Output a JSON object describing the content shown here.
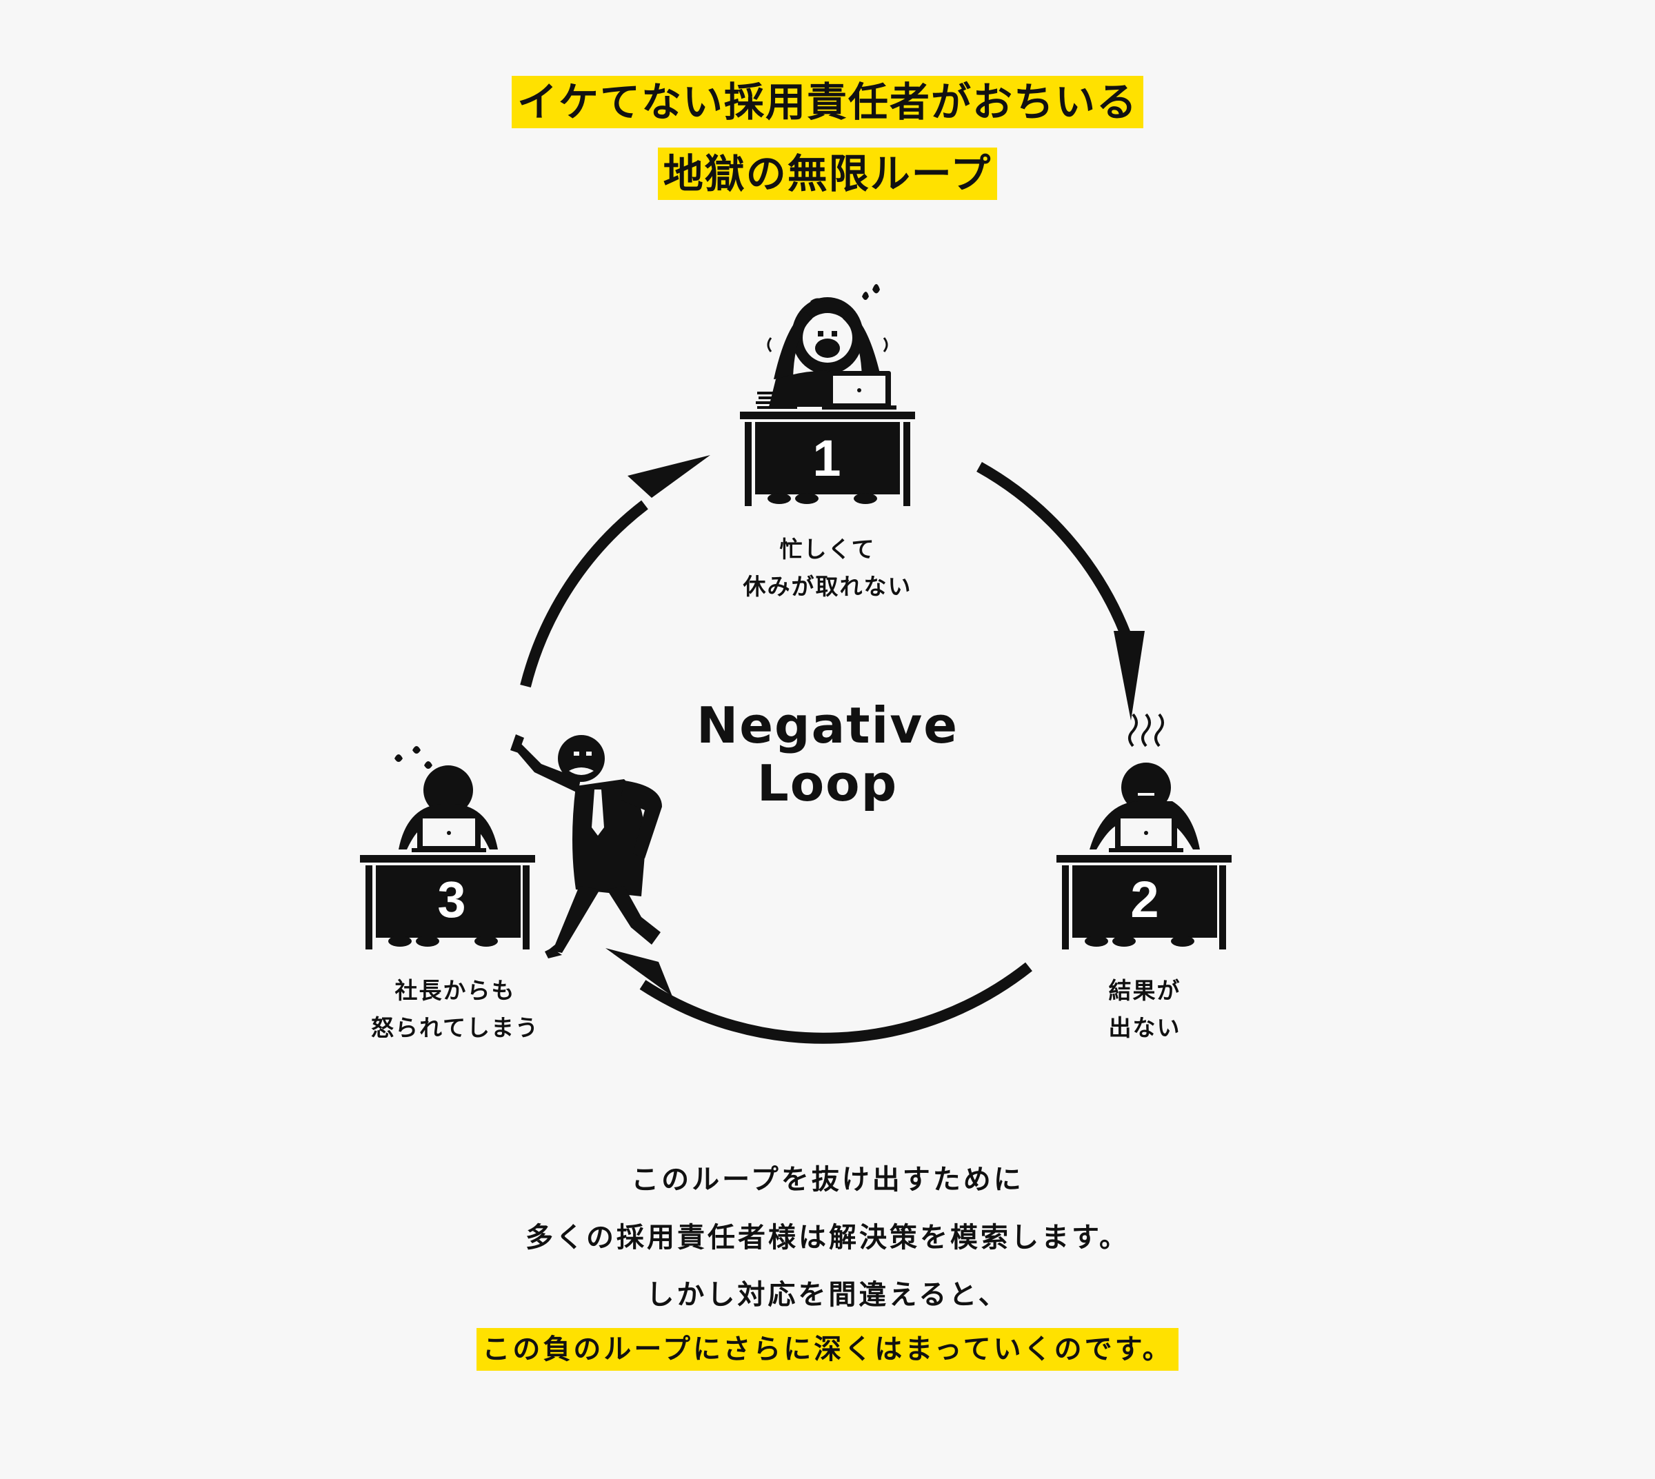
{
  "title": {
    "line1": "イケてない採用責任者がおちいる",
    "line2": "地獄の無限ループ"
  },
  "diagram": {
    "center_line1": "Negative",
    "center_line2": "Loop",
    "steps": [
      {
        "number": "1",
        "caption_line1": "忙しくて",
        "caption_line2": "休みが取れない"
      },
      {
        "number": "2",
        "caption_line1": "結果が",
        "caption_line2": "出ない"
      },
      {
        "number": "3",
        "caption_line1": "社長からも",
        "caption_line2": "怒られてしまう"
      }
    ]
  },
  "body": {
    "line1": "このループを抜け出すために",
    "line2": "多くの採用責任者様は解決策を模索します。",
    "line3": "しかし対応を間違えると、",
    "line4_highlight": "この負のループにさらに深くはまっていくのです。"
  },
  "colors": {
    "highlight": "#ffe100",
    "ink": "#111111",
    "background": "#f7f7f7"
  }
}
